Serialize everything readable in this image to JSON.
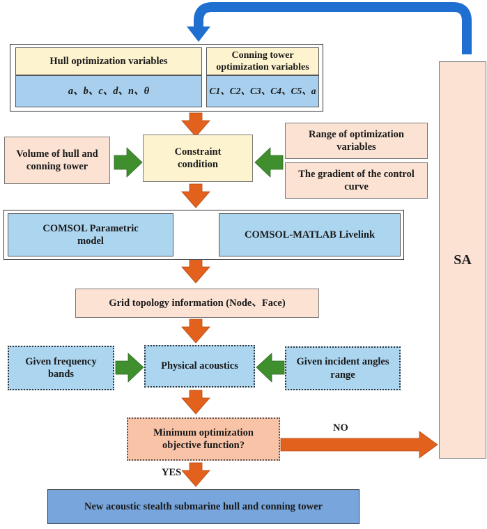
{
  "design_vars": {
    "hull_title": "Hull optimization variables",
    "hull_vars": "a、b、c、d、n、θ",
    "tower_title": "Conning tower optimization variables",
    "tower_vars": "C1、C2、C3、C4、C5、a"
  },
  "constraint": {
    "center": "Constraint condition",
    "left": "Volume of hull and conning tower",
    "right_top": "Range of optimization variables",
    "right_bottom": "The gradient of the control curve"
  },
  "comsol": {
    "left": "COMSOL Parametric model",
    "right": "COMSOL-MATLAB Livelink"
  },
  "grid": "Grid topology information (Node、Face)",
  "acoustics": {
    "left": "Given frequency bands",
    "center": "Physical acoustics",
    "right": "Given incident angles range"
  },
  "decision": {
    "text": "Minimum optimization objective function?",
    "no_label": "NO",
    "yes_label": "YES"
  },
  "final": "New acoustic stealth submarine hull and conning tower",
  "sa": "SA",
  "colors": {
    "blue_arrow": "#1f6fd1",
    "orange_arrow": "#e2611c",
    "green_arrow": "#3f8f2f",
    "plus": "#2a7dd6"
  }
}
